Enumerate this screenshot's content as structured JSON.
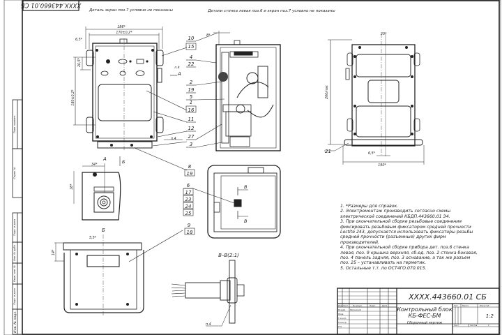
{
  "drawing": {
    "designation": "XXXX.443660.01 СБ",
    "designation_mirrored": "XXXX.443660.01 СБ",
    "title_line1": "Контрольный блок",
    "title_line2": "КБ-ФЕС-БМ",
    "doc_type": "Сборочный чертеж",
    "scale": "1:2",
    "scale_header": "Масштаб",
    "mass_header": "Масса",
    "lit_header": "Лит.",
    "sheet_label": "Лист",
    "sheets_label": "Листов",
    "sheets_count": "1"
  },
  "stamp_left": {
    "headers": [
      "Изм.",
      "Лист",
      "№ докум.",
      "Подп.",
      "Дата"
    ],
    "rows": [
      "Разраб.",
      "Пров.",
      "Т.контр.",
      "Н.контр.",
      "Утв."
    ],
    "developer": "Репинский"
  },
  "side_strip": {
    "labels": [
      "Перв. примен.",
      "Справ. №",
      "Подп. и дата",
      "Инв. № дубл.",
      "Взам. инв. №",
      "Подп. и дата",
      "Инв. № подл."
    ]
  },
  "captions": {
    "front_note": "Деталь экран поз.7 условно не показаны",
    "side_note": "Детали стенка левая поз.6 и экран поз.7 условно не показаны",
    "view_a": "А",
    "view_b": "Б",
    "view_a_arrow": "А",
    "view_b_arrow": "Б",
    "section_label": "В–В(2:1)",
    "section_mark": "В"
  },
  "dimensions": {
    "width_total": "186*",
    "width_inner": "170±0,2*",
    "offset_left": "6,5*",
    "offset_top": "20,5*",
    "height_holes": "180±0,2*",
    "d_a_width": "34*",
    "d_a_height": "18*",
    "d_b_offset": "5,5*",
    "d_b_height": "14*",
    "r_width": "190*",
    "r_height": "260max",
    "r_top": "20*",
    "r_bottom": "6,5*",
    "side_top": "8*",
    "weld": "п.4"
  },
  "callouts": {
    "front_right": [
      "10",
      "15",
      "4",
      "22",
      "2",
      "19",
      "5",
      "1",
      "16",
      "11",
      "12",
      "27",
      "3"
    ],
    "mid": [
      "8",
      "19",
      "6",
      "17",
      "23",
      "24",
      "25",
      "9",
      "18"
    ],
    "right_view": "21"
  },
  "notes": [
    "1. *Размеры для справок.",
    "2. Электромонтаж производить согласно схемы электрической соединений КБДП.443660.01 Э4.",
    "3. При окончательной сборке резьбовые соединения фиксировать резьбовым фиксатором средней прочности Loctite 243, допускается использовать фиксаторы резьбы средней прочности (разъемные) других фирм производителей.",
    "4. При окончательной сборке прибора дет. поз.6 стенка левая, поз. 9 крышка верхняя, сб.ед. поз. 2 стенка боковая, поз. 4 панель задняя, поз. 3 основание, а так же разъем поз. 25 – устанавливать на герметик.",
    "5. Остальные т.т. по ОСТ4ГО.070.015."
  ],
  "colors": {
    "line": "#222222",
    "paper": "#ffffff"
  }
}
